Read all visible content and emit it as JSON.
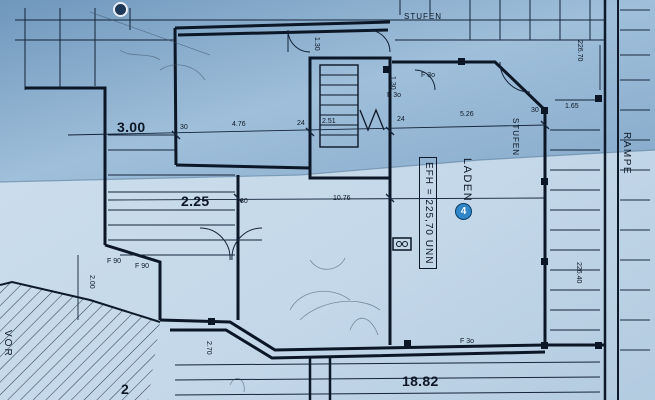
{
  "floor_plan": {
    "room_label": "LADEN",
    "room_number": "4",
    "floor_level": "EFH = 225,70 UNN",
    "stairs_top": "STUFEN",
    "stairs_right": "STUFEN",
    "ramp": "RAMPE",
    "partial_left": "VOR",
    "fire_rating_labels": [
      "F 3o",
      "F 3o",
      "F 90",
      "F 90",
      "F 3o"
    ],
    "dimensions": {
      "left_big_1": "3.00",
      "left_big_2": "2.25",
      "bottom_big": "18.82",
      "d_30_a": "30",
      "d_476": "4.76",
      "d_24_a": "24",
      "d_251": "2.51",
      "d_24_b": "24",
      "d_526": "5.26",
      "d_30_b": "30",
      "d_165": "1.65",
      "d_30_v1": "1.30",
      "d_30_v2": "1.30",
      "d_30_c": "30",
      "d_1076": "10.76",
      "d_200": "2.00",
      "d_2670": "2.70",
      "elev_top": "226.70",
      "elev_right": "226.40",
      "misc_2": "2"
    }
  },
  "colors": {
    "paper_light": "#c9dcec",
    "paper_dark": "#7fa7c8",
    "ink": "#0e1a2a",
    "badge": "#2f86c8"
  }
}
